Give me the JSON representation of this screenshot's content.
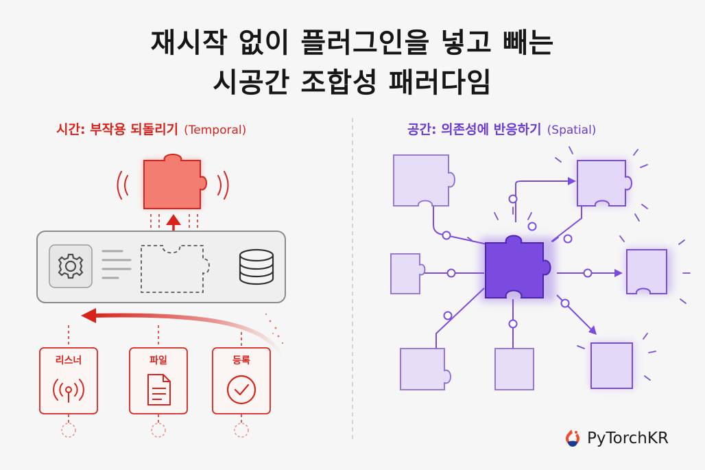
{
  "title": {
    "line1": "재시작 없이 플러그인을 넣고 빼는",
    "line2": "시공간 조합성 패러다임"
  },
  "left_section": {
    "heading": "시간: 부작용 되돌리기",
    "heading_en": "(Temporal)",
    "accent_color": "#d8231c",
    "host_icons": [
      "gear-icon",
      "menu-lines-icon",
      "empty-plugin-slot-icon",
      "database-icon"
    ],
    "resources": [
      {
        "label": "리스너",
        "icon": "broadcast-icon"
      },
      {
        "label": "파일",
        "icon": "file-icon"
      },
      {
        "label": "등록",
        "icon": "check-circle-icon"
      }
    ]
  },
  "right_section": {
    "heading": "공간: 의존성에 반응하기",
    "heading_en": "(Spatial)",
    "accent_color": "#6a3ad8",
    "center_icon": "puzzle-icon",
    "peer_icons": [
      "puzzle-icon"
    ]
  },
  "brand": {
    "name": "PyTorchKR",
    "icon": "pytorch-flame-icon"
  }
}
